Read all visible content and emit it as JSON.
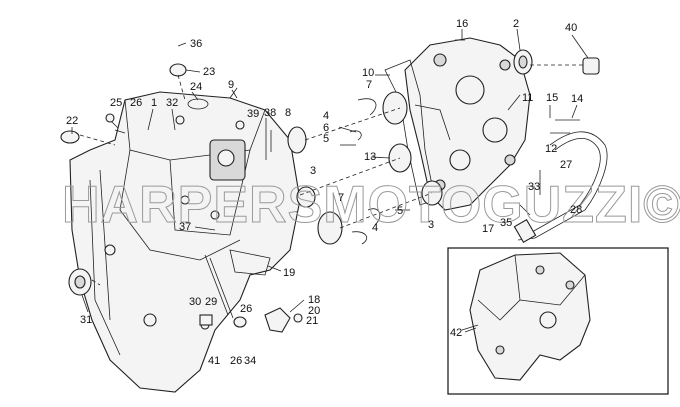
{
  "watermark": "HARPERSMOTOGUZZI©",
  "callouts": [
    {
      "id": "c16",
      "text": "16"
    },
    {
      "id": "c2",
      "text": "2"
    },
    {
      "id": "c40",
      "text": "40"
    },
    {
      "id": "c36",
      "text": "36"
    },
    {
      "id": "c23",
      "text": "23"
    },
    {
      "id": "c24",
      "text": "24"
    },
    {
      "id": "c9",
      "text": "9"
    },
    {
      "id": "c10",
      "text": "10"
    },
    {
      "id": "c7a",
      "text": "7"
    },
    {
      "id": "c11",
      "text": "11"
    },
    {
      "id": "c15",
      "text": "15"
    },
    {
      "id": "c14",
      "text": "14"
    },
    {
      "id": "c22",
      "text": "22"
    },
    {
      "id": "c25",
      "text": "25"
    },
    {
      "id": "c26a",
      "text": "26"
    },
    {
      "id": "c1",
      "text": "1"
    },
    {
      "id": "c32",
      "text": "32"
    },
    {
      "id": "c39",
      "text": "39"
    },
    {
      "id": "c38",
      "text": "38"
    },
    {
      "id": "c8",
      "text": "8"
    },
    {
      "id": "c4a",
      "text": "4"
    },
    {
      "id": "c6",
      "text": "6"
    },
    {
      "id": "c5a",
      "text": "5"
    },
    {
      "id": "c13",
      "text": "13"
    },
    {
      "id": "c12",
      "text": "12"
    },
    {
      "id": "c27",
      "text": "27"
    },
    {
      "id": "c3a",
      "text": "3"
    },
    {
      "id": "c7b",
      "text": "7"
    },
    {
      "id": "c33",
      "text": "33"
    },
    {
      "id": "c5b",
      "text": "5"
    },
    {
      "id": "c4b",
      "text": "4"
    },
    {
      "id": "c3b",
      "text": "3"
    },
    {
      "id": "c17",
      "text": "17"
    },
    {
      "id": "c35",
      "text": "35"
    },
    {
      "id": "c28",
      "text": "28"
    },
    {
      "id": "c37",
      "text": "37"
    },
    {
      "id": "c19",
      "text": "19"
    },
    {
      "id": "c30",
      "text": "30"
    },
    {
      "id": "c29",
      "text": "29"
    },
    {
      "id": "c26b",
      "text": "26"
    },
    {
      "id": "c18",
      "text": "18"
    },
    {
      "id": "c20",
      "text": "20"
    },
    {
      "id": "c21",
      "text": "21"
    },
    {
      "id": "c31",
      "text": "31"
    },
    {
      "id": "c41",
      "text": "41"
    },
    {
      "id": "c26c",
      "text": "26"
    },
    {
      "id": "c34",
      "text": "34"
    },
    {
      "id": "c42",
      "text": "42"
    }
  ]
}
